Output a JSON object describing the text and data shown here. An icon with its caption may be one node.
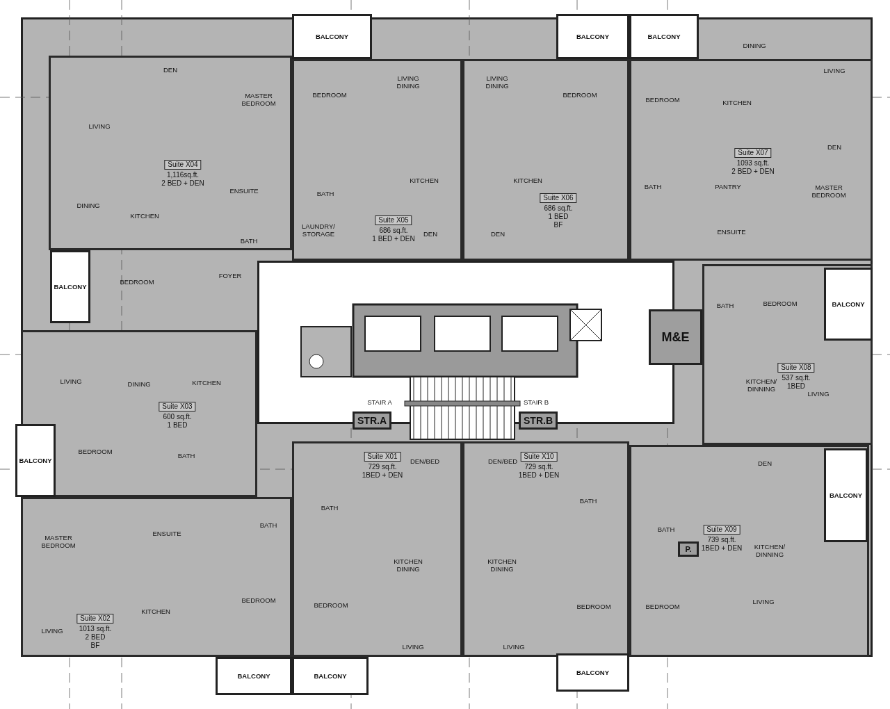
{
  "diagram": {
    "nodes": [
      {
        "text": [
          "Suite X04",
          "1,116sq.ft.",
          "2 BED + DEN"
        ]
      },
      {
        "text": [
          "Suite X05",
          "686 sq.ft.",
          "1 BED + DEN"
        ]
      },
      {
        "text": [
          "Suite X06",
          "686 sq.ft.",
          "1 BED",
          "BF"
        ]
      },
      {
        "text": [
          "Suite X07",
          "1093 sq.ft.",
          "2 BED + DEN"
        ]
      },
      {
        "text": [
          "Suite X08",
          "537 sq.ft.",
          "1BED"
        ]
      },
      {
        "text": [
          "Suite X03",
          "600 sq.ft.",
          "1 BED"
        ]
      },
      {
        "text": [
          "Suite X09",
          "739 sq.ft.",
          "1BED + DEN"
        ]
      },
      {
        "text": [
          "Suite X02",
          "1013 sq.ft.",
          "2 BED",
          "BF"
        ]
      },
      {
        "text": [
          "Suite X01",
          "729 sq.ft.",
          "1BED + DEN"
        ]
      },
      {
        "text": [
          "Suite X10",
          "729 sq.ft.",
          "1BED + DEN"
        ]
      },
      {
        "text": [
          "BALCONY"
        ]
      },
      {
        "text": [
          "BALCONY"
        ]
      },
      {
        "text": [
          "BALCONY"
        ]
      },
      {
        "text": [
          "BALCONY"
        ]
      },
      {
        "text": [
          "BALCONY"
        ],
        "in": 4
      },
      {
        "text": [
          "BALCONY"
        ]
      },
      {
        "text": [
          "BALCONY"
        ],
        "in": 6
      },
      {
        "text": [
          "BALCONY"
        ]
      },
      {
        "text": [
          "BALCONY"
        ]
      },
      {
        "text": [
          "BALCONY"
        ]
      },
      {
        "text": [
          "M&E"
        ]
      },
      {
        "text": [
          "STR.A"
        ]
      },
      {
        "text": [
          "STR.B"
        ]
      },
      {
        "text": [
          "P."
        ],
        "in": 6
      }
    ],
    "labels": [
      "DEN",
      "MASTER BEDROOM",
      "LIVING",
      "DINING",
      "KITCHEN",
      "ENSUITE",
      "BATH",
      "FOYER",
      "BEDROOM",
      "BEDROOM",
      "LIVING DINING",
      "KITCHEN",
      "BATH",
      "LAUNDRY/ STORAGE",
      "DEN",
      "LIVING DINING",
      "KITCHEN",
      "DEN",
      "BEDROOM",
      "DINING",
      "LIVING",
      "BEDROOM",
      "KITCHEN",
      "DEN",
      "BATH",
      "PANTRY",
      "MASTER BEDROOM",
      "ENSUITE",
      "BATH",
      "BEDROOM",
      "KITCHEN/ DINNING",
      "LIVING",
      "LIVING",
      "DINING",
      "KITCHEN",
      "BEDROOM",
      "BATH",
      "STAIR A",
      "STAIR B",
      "DEN/BED",
      "BATH",
      "KITCHEN DINING",
      "BEDROOM",
      "LIVING",
      "DEN/BED",
      "BATH",
      "KITCHEN DINING",
      "BEDROOM",
      "LIVING",
      "MASTER BEDROOM",
      "ENSUITE",
      "KITCHEN",
      "LIVING",
      "BATH",
      "BEDROOM",
      "DEN",
      "BATH",
      "KITCHEN/ DINNING",
      "BEDROOM",
      "LIVING"
    ]
  }
}
